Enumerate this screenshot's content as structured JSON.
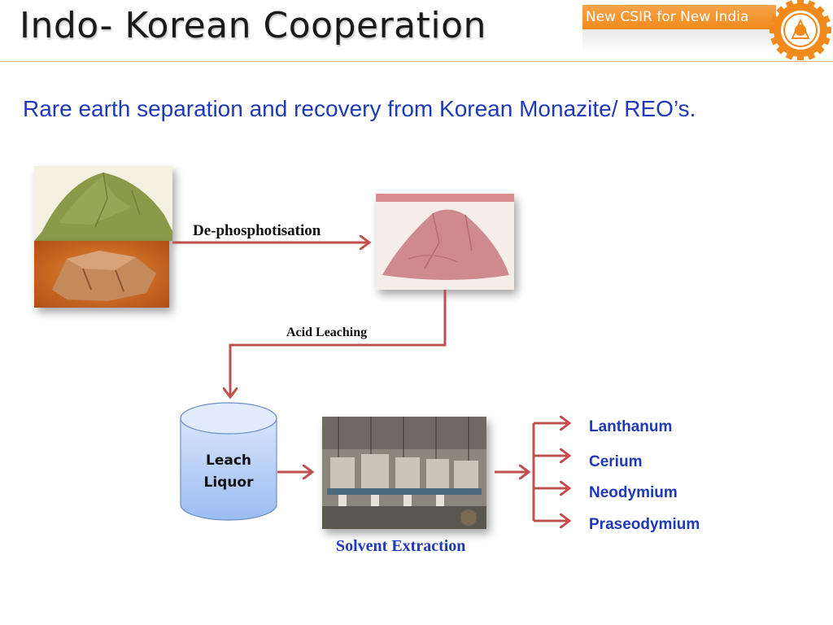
{
  "slide": {
    "title": "Indo- Korean Cooperation",
    "banner_text": "New CSIR for New India",
    "subtitle": "Rare earth separation and recovery from Korean Monazite/ REO’s."
  },
  "flow": {
    "step1_label": "De-phosphotisation",
    "step2_label": "Acid Leaching",
    "leach_line1": "Leach",
    "leach_line2": "Liquor",
    "solvent_label": "Solvent Extraction"
  },
  "products": [
    "Lanthanum",
    "Cerium",
    "Neodymium",
    "Praseodymium"
  ],
  "colors": {
    "accent_orange": "#f08a1c",
    "arrow_red": "#c0504d",
    "label_blue": "#1f3ab8",
    "cylinder_blue": "#a9c6f5"
  }
}
